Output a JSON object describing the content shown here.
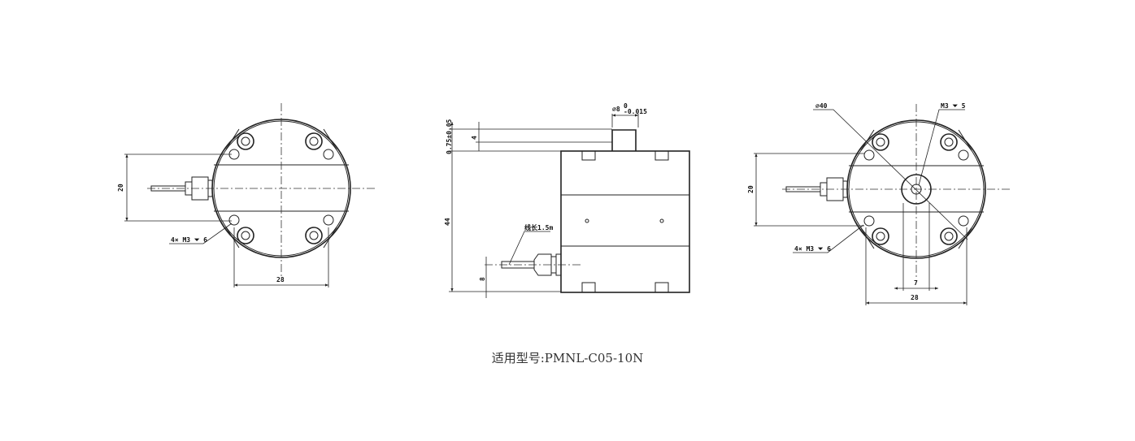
{
  "views": {
    "left": {
      "dim_height": "20",
      "dim_width": "28",
      "hole_note": "4× M3 ⏷ 6"
    },
    "side": {
      "shaft_dia": "∅8",
      "shaft_tol_upper": "0",
      "shaft_tol_lower": "-0.015",
      "top_offset": "0.75±0.05",
      "step": "4",
      "height": "44",
      "cable_offset": "8",
      "cable_note": "线长1.5m"
    },
    "right": {
      "outer_dia": "∅40",
      "center_thread": "M3 ⏷ 5",
      "dim_height": "20",
      "boss_width": "7",
      "dim_width": "28",
      "hole_note": "4× M3 ⏷ 6"
    }
  },
  "caption": "适用型号:PMNL-C05-10N"
}
